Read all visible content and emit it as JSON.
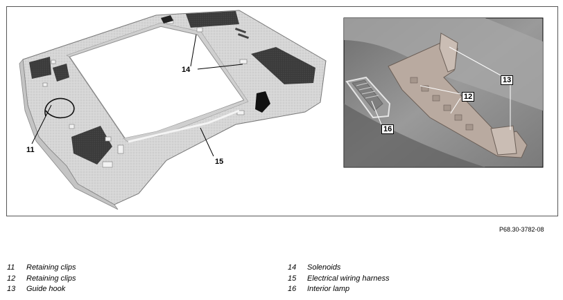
{
  "callouts": {
    "c11": "11",
    "c12": "12",
    "c13": "13",
    "c14": "14",
    "c15": "15",
    "c16": "16"
  },
  "reference_code": "P68.30-3782-08",
  "legend": [
    {
      "number": "11",
      "text": "Retaining clips"
    },
    {
      "number": "12",
      "text": "Retaining clips"
    },
    {
      "number": "13",
      "text": "Guide hook"
    },
    {
      "number": "14",
      "text": "Solenoids"
    },
    {
      "number": "15",
      "text": "Electrical wiring harness"
    },
    {
      "number": "16",
      "text": "Interior lamp"
    }
  ],
  "colors": {
    "panel_light": "#dcdcdc",
    "panel_dark": "#3a3a3a",
    "detail_bg": "#8e8e8e",
    "clip_tan": "#b9aaa0"
  }
}
